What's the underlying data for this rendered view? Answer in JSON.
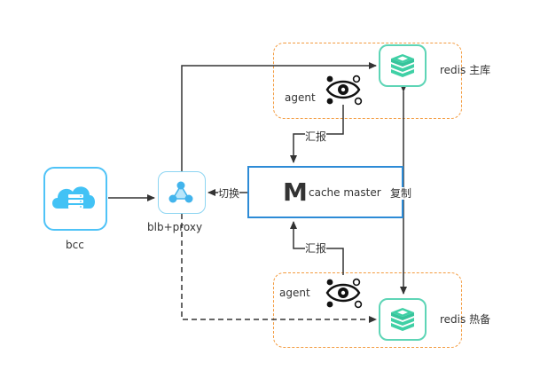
{
  "nodes": {
    "bcc": {
      "label": "bcc",
      "icon": "cloud-server-icon"
    },
    "blb": {
      "label": "blb+proxy",
      "icon": "network-hub-icon"
    },
    "master": {
      "letter": "M",
      "label": "cache master"
    },
    "redis_primary": {
      "label": "redis 主库",
      "icon": "redis-stack-icon"
    },
    "redis_standby": {
      "label": "redis 热备",
      "icon": "redis-stack-icon"
    },
    "agent_top": {
      "label": "agent",
      "icon": "eye-icon"
    },
    "agent_bottom": {
      "label": "agent",
      "icon": "eye-icon"
    }
  },
  "edges": {
    "report_top": "汇报",
    "report_bottom": "汇报",
    "switch": "切换",
    "replicate": "复制"
  },
  "colors": {
    "group_border": "#f39b3f",
    "bcc_accent": "#4fc3f7",
    "redis_accent": "#5ed5b6",
    "master_border": "#2d8bd6",
    "line": "#333333"
  }
}
